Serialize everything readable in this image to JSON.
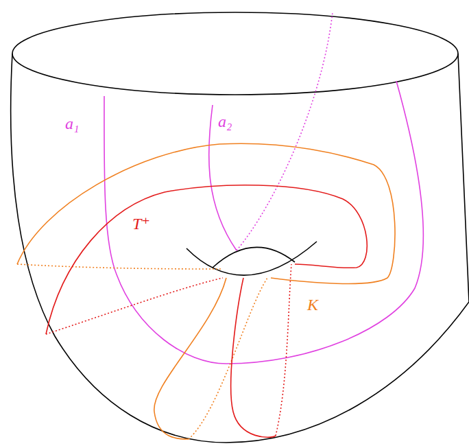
{
  "diagram": {
    "labels": [
      "a₁",
      "a₂",
      "T⁺",
      "K"
    ]
  }
}
